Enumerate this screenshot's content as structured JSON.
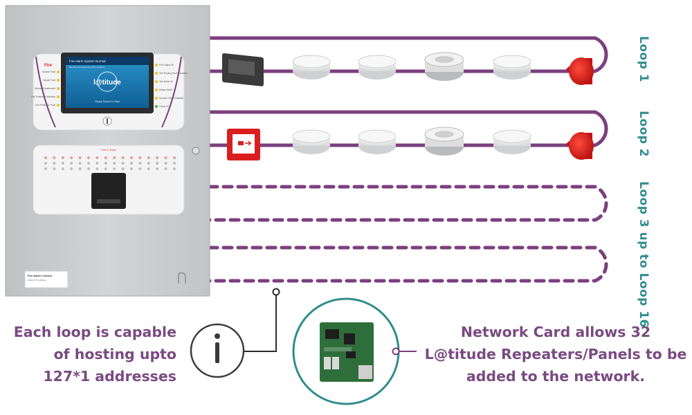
{
  "colors": {
    "loop_line": "#7b3f7f",
    "label_teal": "#2f8c8c",
    "caption_purple": "#7a4a82",
    "panel_grey": "#c9cacb",
    "alarm_red": "#e21a1a"
  },
  "panel": {
    "screen_title": "Fire Alarm System Normal",
    "screen_subtitle": "Monday 4th September 2017 10:00:12",
    "screen_logo": "l@titude",
    "screen_prompt": "Please Screen To Start",
    "fire_label": "Fire",
    "left_indicators": [
      "General Fault",
      "Supply Fault",
      "General Disablement",
      "Fire Protection Activated",
      "Fire Protection Fault"
    ],
    "right_indicators": [
      "Fire Output On",
      "Test Routing Fault / Disabled",
      "Test Mode On",
      "Delays Active",
      "Sounder Fault / Disabled",
      "Power On"
    ],
    "zone_label": "Fire In Zone",
    "plate_title": "Fire Alarm Control",
    "plate_model": "Model: NTT L@titude"
  },
  "loops": [
    {
      "label": "Loop 1",
      "devices": [
        "interface-module",
        "smoke-detector",
        "smoke-detector",
        "multi-sensor",
        "smoke-detector",
        "sounder"
      ]
    },
    {
      "label": "Loop 2",
      "devices": [
        "manual-call-point",
        "smoke-detector",
        "smoke-detector",
        "multi-sensor",
        "smoke-detector",
        "sounder"
      ]
    },
    {
      "label": "Loop 3 up to Loop 16",
      "devices": []
    }
  ],
  "captions": {
    "loops": [
      "Each loop is capable",
      "of hosting upto",
      "127*1 addresses"
    ],
    "network": [
      "Network Card allows 32",
      "L@titude Repeaters/Panels to be",
      "added to the network."
    ]
  },
  "icons": {
    "info": "info-icon",
    "network_card": "network-card-icon"
  }
}
